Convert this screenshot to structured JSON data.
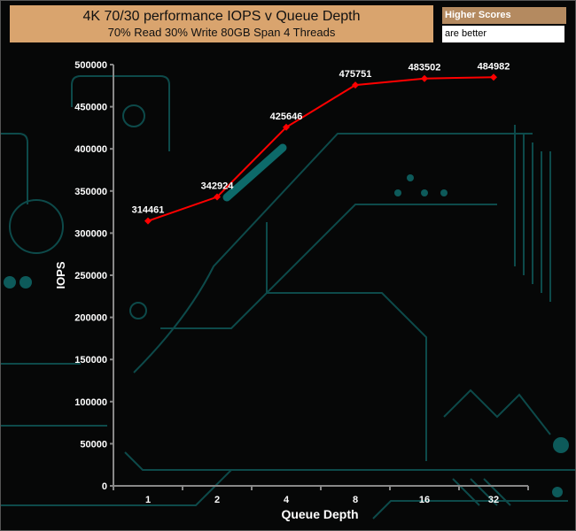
{
  "chart_data": {
    "type": "line",
    "title": "4K 70/30 performance IOPS v Queue Depth",
    "subtitle": "70% Read 30% Write 80GB Span 4 Threads",
    "legend": {
      "line1": "Higher Scores",
      "line2": "are better",
      "placement": "top-right"
    },
    "xlabel": "Queue Depth",
    "ylabel": "IOPS",
    "categories": [
      "1",
      "2",
      "4",
      "8",
      "16",
      "32"
    ],
    "series": [
      {
        "name": "IOPS",
        "color": "#ff0000",
        "values": [
          314461,
          342924,
          425646,
          475751,
          483502,
          484982
        ]
      }
    ],
    "ylim": [
      0,
      500000
    ],
    "yticks": [
      0,
      50000,
      100000,
      150000,
      200000,
      250000,
      300000,
      350000,
      400000,
      450000,
      500000
    ],
    "grid": false
  }
}
